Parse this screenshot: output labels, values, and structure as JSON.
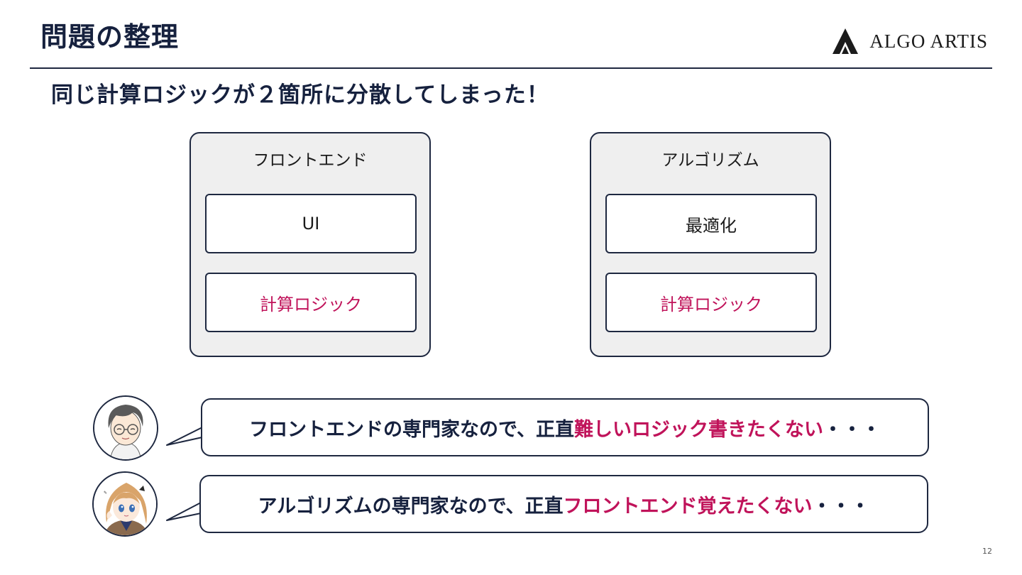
{
  "header": {
    "title": "問題の整理",
    "logo_text": "ALGO ARTIS"
  },
  "subtitle": "同じ計算ロジックが２箇所に分散してしまった！",
  "panels": [
    {
      "title": "フロントエンド",
      "items": [
        "UI",
        "計算ロジック"
      ]
    },
    {
      "title": "アルゴリズム",
      "items": [
        "最適化",
        "計算ロジック"
      ]
    }
  ],
  "speech": [
    {
      "avatar": "man-with-glasses-avatar",
      "prefix": "フロントエンドの専門家なので、正直",
      "highlight": "難しいロジック書きたくない",
      "suffix": "・・・"
    },
    {
      "avatar": "anime-girl-avatar",
      "prefix": "アルゴリズムの専門家なので、正直",
      "highlight": "フロントエンド覚えたくない",
      "suffix": "・・・"
    }
  ],
  "page_number": "12",
  "colors": {
    "navy": "#16213e",
    "highlight": "#c0135a",
    "panel_bg": "#efefef"
  }
}
